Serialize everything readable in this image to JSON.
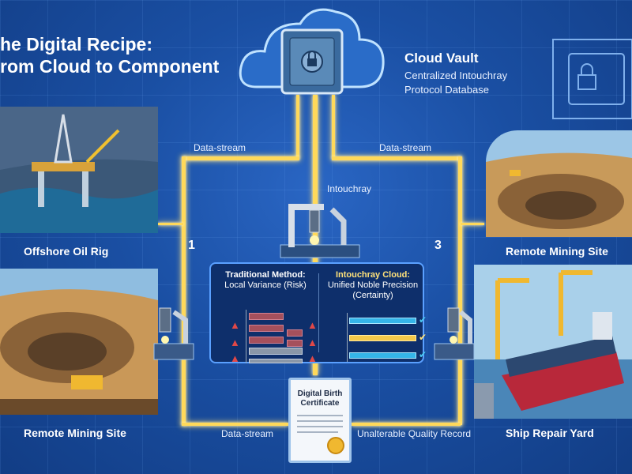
{
  "title": {
    "line1": "he Digital Recipe:",
    "line2": "rom Cloud to Component"
  },
  "vault": {
    "title": "Cloud Vault",
    "subtitle_line1": "Centralized Intouchray",
    "subtitle_line2": "Protocol Database"
  },
  "streams": {
    "left": "Data-stream",
    "right": "Data-stream",
    "bottom": "Data-stream",
    "center": "Intouchray",
    "record": "Unalterable Quality Record"
  },
  "markers": {
    "one": "1",
    "three": "3"
  },
  "sites": {
    "top_left": "Offshore Oil Rig",
    "top_right": "Remote Mining Site",
    "bottom_left": "Remote Mining Site",
    "bottom_right": "Ship Repair Yard"
  },
  "comparison": {
    "left_title": "Traditional Method:",
    "left_sub": "Local Variance (Risk)",
    "right_title": "Intouchray Cloud:",
    "right_sub": "Unified Noble Precision",
    "right_sub2": "(Certainty)"
  },
  "certificate": {
    "title": "Digital Birth Certificate"
  },
  "colors": {
    "background": "#1a4fa3",
    "stream": "#ffd95a",
    "panel": "#0e2f6b"
  }
}
